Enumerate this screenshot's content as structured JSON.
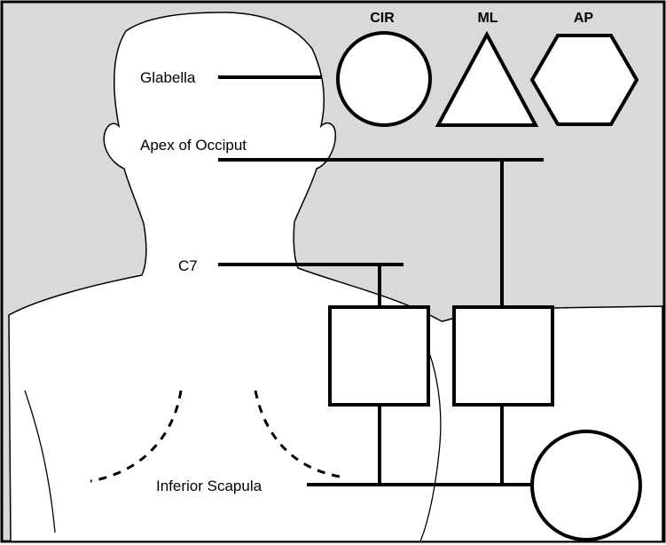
{
  "headers": {
    "cir": "CIR",
    "ml": "ML",
    "ap": "AP"
  },
  "landmarks": {
    "glabella": "Glabella",
    "apex_of_occiput": "Apex of Occiput",
    "c7": "C7",
    "inferior_scapula": "Inferior Scapula"
  },
  "colors": {
    "background": "#d9d9d9",
    "silhouette": "#ffffff",
    "line": "#000000"
  },
  "shapes": {
    "cir": "circle",
    "ml": "triangle",
    "ap": "hexagon",
    "measurement_nodes": [
      "square",
      "square",
      "circle"
    ]
  }
}
